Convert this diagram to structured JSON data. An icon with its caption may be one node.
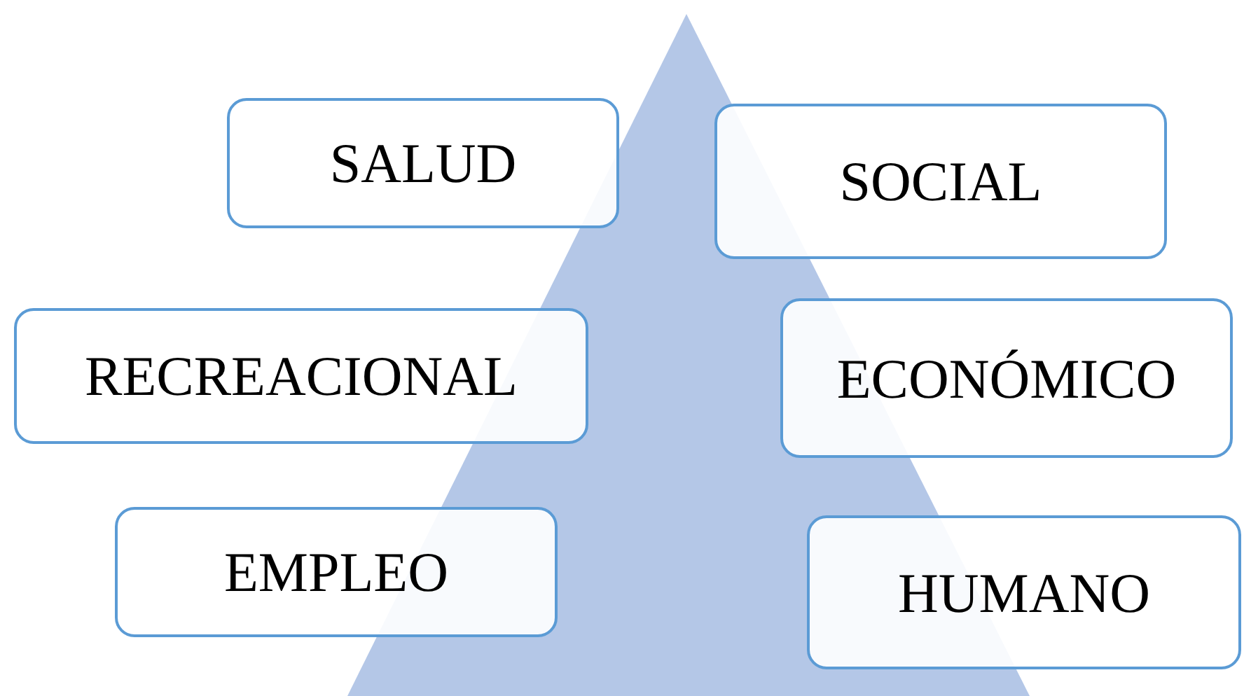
{
  "diagram": {
    "nodes": [
      {
        "text": [
          "SALUD"
        ]
      },
      {
        "text": [
          "SOCIAL"
        ]
      },
      {
        "text": [
          "RECREACIONAL"
        ]
      },
      {
        "text": [
          "ECONÓMICO"
        ]
      },
      {
        "text": [
          "EMPLEO"
        ]
      },
      {
        "text": [
          "HUMANO"
        ]
      }
    ]
  }
}
